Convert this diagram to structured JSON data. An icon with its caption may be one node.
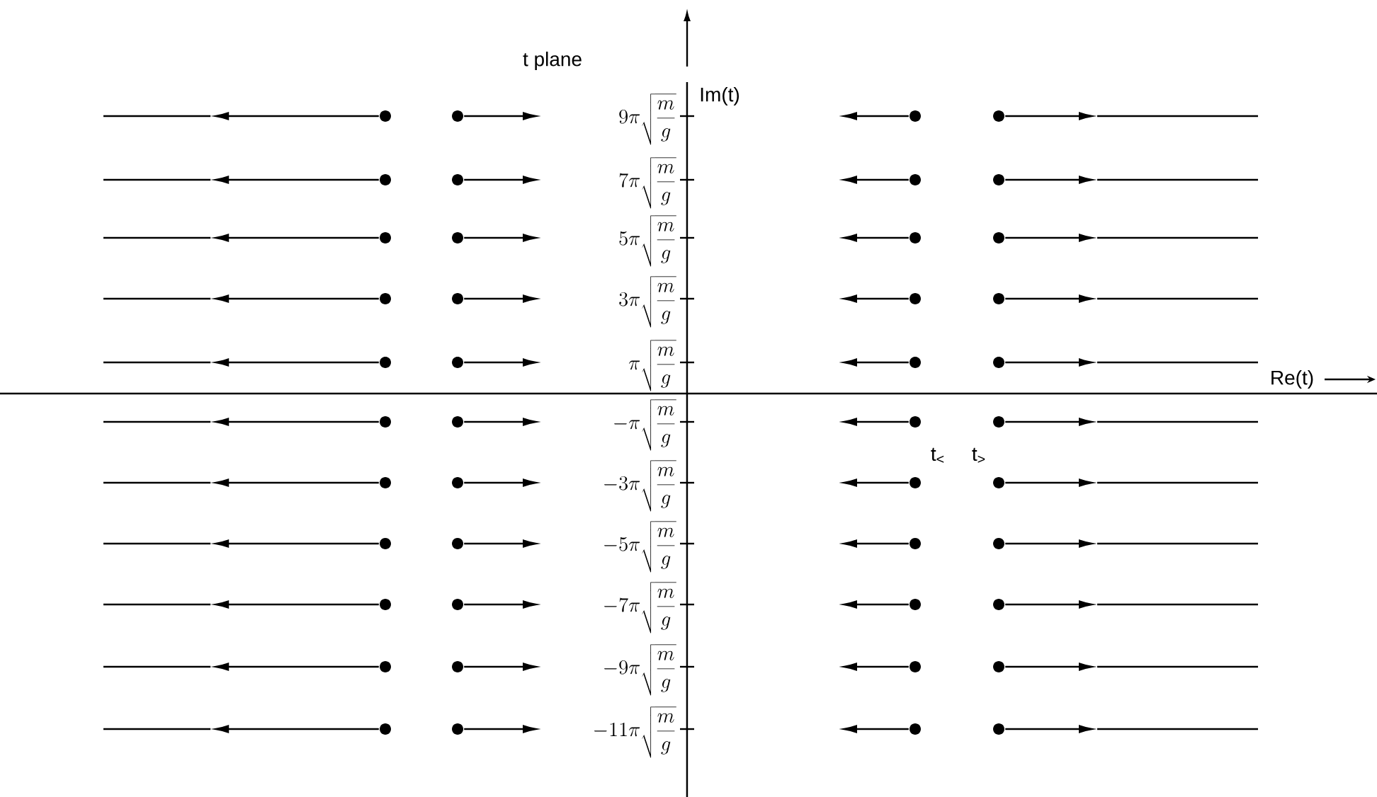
{
  "diagram": {
    "nodes": [
      {
        "text": [],
        "shape": "circle"
      },
      {
        "text": [],
        "shape": "circle"
      },
      {
        "text": [],
        "shape": "circle"
      },
      {
        "text": [],
        "shape": "circle"
      },
      {
        "text": [],
        "shape": "circle"
      },
      {
        "text": [],
        "shape": "circle"
      },
      {
        "text": [],
        "shape": "circle"
      },
      {
        "text": [],
        "shape": "circle"
      },
      {
        "text": [],
        "shape": "circle"
      },
      {
        "text": [],
        "shape": "circle"
      },
      {
        "text": [],
        "shape": "circle"
      },
      {
        "text": [],
        "shape": "circle"
      },
      {
        "text": [],
        "shape": "circle"
      },
      {
        "text": [],
        "shape": "circle"
      },
      {
        "text": [],
        "shape": "circle"
      },
      {
        "text": [],
        "shape": "circle"
      },
      {
        "text": [],
        "shape": "circle"
      },
      {
        "text": [],
        "shape": "circle"
      },
      {
        "text": [],
        "shape": "circle"
      },
      {
        "text": [],
        "shape": "circle"
      },
      {
        "text": [],
        "shape": "circle"
      },
      {
        "text": [],
        "shape": "circle"
      },
      {
        "text": [],
        "shape": "circle"
      },
      {
        "text": [],
        "shape": "circle"
      },
      {
        "text": [],
        "shape": "circle"
      },
      {
        "text": [],
        "shape": "circle"
      },
      {
        "text": [],
        "shape": "circle"
      },
      {
        "text": [],
        "shape": "circle"
      },
      {
        "text": [],
        "shape": "circle"
      },
      {
        "text": [],
        "shape": "circle"
      },
      {
        "text": [],
        "shape": "circle"
      },
      {
        "text": [],
        "shape": "circle"
      },
      {
        "text": [],
        "shape": "circle"
      },
      {
        "text": [],
        "shape": "circle"
      },
      {
        "text": [],
        "shape": "circle"
      },
      {
        "text": [],
        "shape": "circle"
      },
      {
        "text": [],
        "shape": "circle"
      },
      {
        "text": [],
        "shape": "circle"
      },
      {
        "text": [],
        "shape": "circle"
      },
      {
        "text": [],
        "shape": "circle"
      },
      {
        "text": [],
        "shape": "circle"
      },
      {
        "text": [],
        "shape": "circle"
      },
      {
        "text": [],
        "shape": "circle"
      },
      {
        "text": [],
        "shape": "circle"
      }
    ],
    "edges": [
      {
        "from": 0,
        "to": null,
        "arrow": "to"
      },
      {
        "from": 1,
        "to": null,
        "arrow": "to"
      },
      {
        "from": 2,
        "to": null,
        "arrow": "to"
      },
      {
        "from": 3,
        "to": null,
        "arrow": "to"
      },
      {
        "from": 4,
        "to": null,
        "arrow": "to"
      },
      {
        "from": 5,
        "to": null,
        "arrow": "to"
      },
      {
        "from": 6,
        "to": null,
        "arrow": "to"
      },
      {
        "from": 7,
        "to": null,
        "arrow": "to"
      },
      {
        "from": 8,
        "to": null,
        "arrow": "to"
      },
      {
        "from": 9,
        "to": null,
        "arrow": "to"
      },
      {
        "from": 10,
        "to": null,
        "arrow": "to"
      },
      {
        "from": 11,
        "to": null,
        "arrow": "to"
      },
      {
        "from": 12,
        "to": null,
        "arrow": "to"
      },
      {
        "from": 13,
        "to": null,
        "arrow": "to"
      },
      {
        "from": 14,
        "to": null,
        "arrow": "to"
      },
      {
        "from": 15,
        "to": null,
        "arrow": "to"
      },
      {
        "from": 16,
        "to": null,
        "arrow": "to"
      },
      {
        "from": 17,
        "to": null,
        "arrow": "to"
      },
      {
        "from": 18,
        "to": null,
        "arrow": "to"
      },
      {
        "from": 19,
        "to": null,
        "arrow": "to"
      },
      {
        "from": 20,
        "to": null,
        "arrow": "to"
      },
      {
        "from": 21,
        "to": null,
        "arrow": "to"
      },
      {
        "from": 22,
        "to": null,
        "arrow": "to"
      },
      {
        "from": 23,
        "to": null,
        "arrow": "to"
      },
      {
        "from": 24,
        "to": null,
        "arrow": "to"
      },
      {
        "from": 25,
        "to": null,
        "arrow": "to"
      },
      {
        "from": 26,
        "to": null,
        "arrow": "to"
      },
      {
        "from": 27,
        "to": null,
        "arrow": "to"
      },
      {
        "from": 28,
        "to": null,
        "arrow": "to"
      },
      {
        "from": 29,
        "to": null,
        "arrow": "to"
      },
      {
        "from": 30,
        "to": null,
        "arrow": "to"
      },
      {
        "from": 31,
        "to": null,
        "arrow": "to"
      },
      {
        "from": 32,
        "to": null,
        "arrow": "to"
      },
      {
        "from": 33,
        "to": null,
        "arrow": "to"
      },
      {
        "from": 34,
        "to": null,
        "arrow": "to"
      },
      {
        "from": 35,
        "to": null,
        "arrow": "to"
      },
      {
        "from": 36,
        "to": null,
        "arrow": "to"
      },
      {
        "from": 37,
        "to": null,
        "arrow": "to"
      },
      {
        "from": 38,
        "to": null,
        "arrow": "to"
      },
      {
        "from": 39,
        "to": null,
        "arrow": "to"
      },
      {
        "from": 40,
        "to": null,
        "arrow": "to"
      },
      {
        "from": 41,
        "to": null,
        "arrow": "to"
      },
      {
        "from": 42,
        "to": null,
        "arrow": "to"
      },
      {
        "from": 43,
        "to": null,
        "arrow": "to"
      }
    ],
    "labels": [
      "t plane",
      "Im(t)",
      "9\\pi\\sqrt{\\frac{m}{g}}",
      "7\\pi\\sqrt{\\frac{m}{g}}",
      "5\\pi\\sqrt{\\frac{m}{g}}",
      "3\\pi\\sqrt{\\frac{m}{g}}",
      "\\pi\\sqrt{\\frac{m}{g}}",
      "Re(t)",
      "-\\pi\\sqrt{\\frac{m}{g}}",
      "t$_{<}$",
      "t$_{>}$",
      "-3\\pi\\sqrt{\\frac{m}{g}}",
      "-5\\pi\\sqrt{\\frac{m}{g}}",
      "-7\\pi\\sqrt{\\frac{m}{g}}",
      "-9\\pi\\sqrt{\\frac{m}{g}}",
      "-11\\pi\\sqrt{\\frac{m}{g}}"
    ]
  }
}
